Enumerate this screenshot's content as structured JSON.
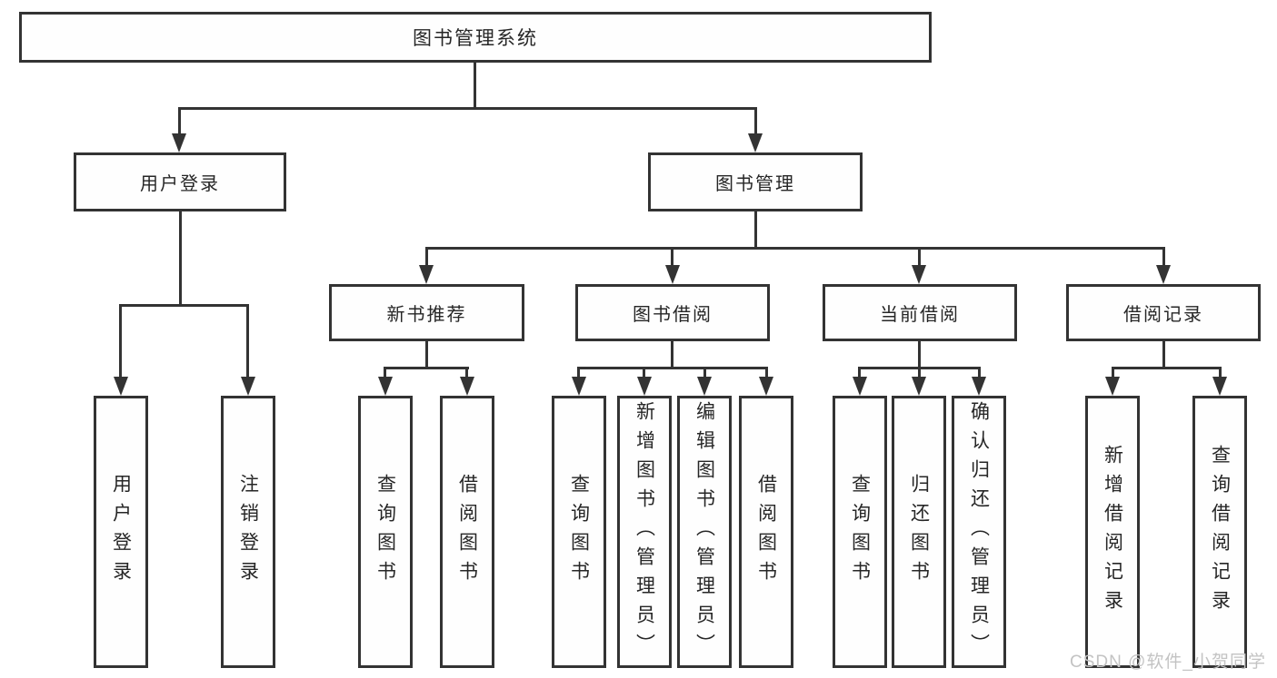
{
  "diagram": {
    "root": {
      "label": "图书管理系统"
    },
    "branches": [
      {
        "label": "用户登录",
        "children": [
          {
            "label": "用户登录"
          },
          {
            "label": "注销登录"
          }
        ]
      },
      {
        "label": "图书管理",
        "children": [
          {
            "label": "新书推荐",
            "children": [
              {
                "label": "查询图书"
              },
              {
                "label": "借阅图书"
              }
            ]
          },
          {
            "label": "图书借阅",
            "children": [
              {
                "label": "查询图书"
              },
              {
                "label": "新增图书（管理员）"
              },
              {
                "label": "编辑图书（管理员）"
              },
              {
                "label": "借阅图书"
              }
            ]
          },
          {
            "label": "当前借阅",
            "children": [
              {
                "label": "查询图书"
              },
              {
                "label": "归还图书"
              },
              {
                "label": "确认归还（管理员）"
              }
            ]
          },
          {
            "label": "借阅记录",
            "children": [
              {
                "label": "新增借阅记录"
              },
              {
                "label": "查询借阅记录"
              }
            ]
          }
        ]
      }
    ],
    "watermark": "CSDN @软件_小贺同学"
  }
}
